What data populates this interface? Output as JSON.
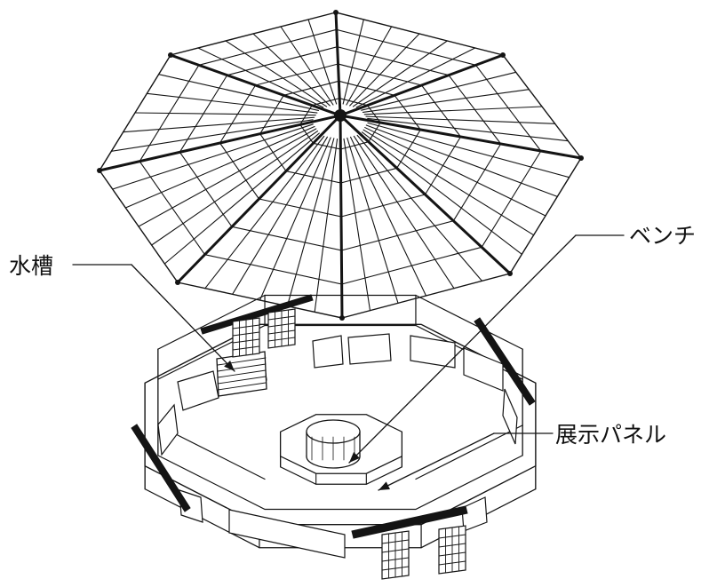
{
  "labels": {
    "water_tank": "水槽",
    "bench": "ベンチ",
    "display_panel": "展示パネル"
  },
  "colors": {
    "line": "#141414",
    "paper": "#ffffff"
  }
}
